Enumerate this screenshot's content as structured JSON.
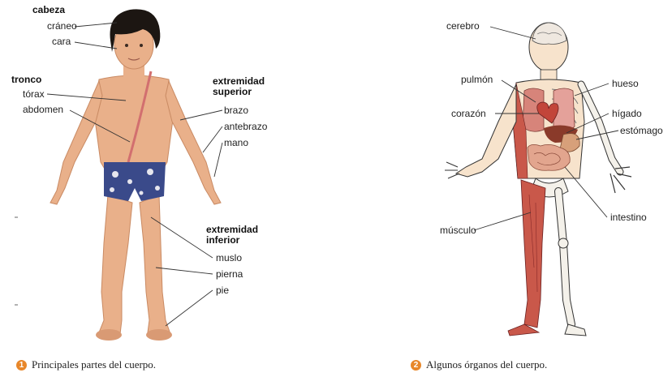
{
  "figure1": {
    "groups": {
      "cabeza": "cabeza",
      "tronco": "tronco",
      "extremidad_superior": "extremidad\nsuperior",
      "extremidad_inferior": "extremidad\ninferior"
    },
    "labels": {
      "craneo": "cráneo",
      "cara": "cara",
      "torax": "tórax",
      "abdomen": "abdomen",
      "brazo": "brazo",
      "antebrazo": "antebrazo",
      "mano": "mano",
      "muslo": "muslo",
      "pierna": "pierna",
      "pie": "pie"
    },
    "caption_number": "1",
    "caption": "Principales partes del cuerpo."
  },
  "figure2": {
    "labels": {
      "cerebro": "cerebro",
      "pulmon": "pulmón",
      "corazon": "corazón",
      "hueso": "hueso",
      "higado": "hígado",
      "estomago": "estómago",
      "musculo": "músculo",
      "intestino": "intestino"
    },
    "caption_number": "2",
    "caption": "Algunos órganos del cuerpo."
  },
  "colors": {
    "skin": "#e9b08a",
    "skin_shadow": "#c98a63",
    "hair": "#1c1612",
    "swimsuit": "#3a4a8a",
    "muscle": "#c9584a",
    "bone": "#f4f1ea",
    "caption_badge": "#e8872a"
  }
}
